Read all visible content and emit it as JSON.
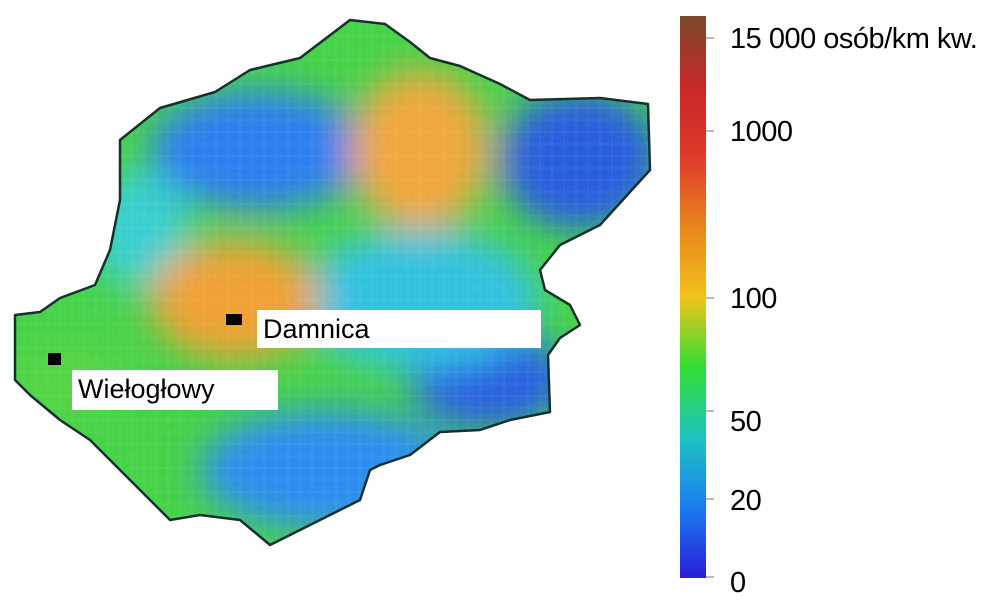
{
  "places": [
    {
      "name": "Damnica"
    },
    {
      "name": "Wiełogłowy"
    }
  ],
  "legend": {
    "labels": [
      "15 000 osób/km kw.",
      "1000",
      "100",
      "50",
      "20",
      "0"
    ],
    "colors": [
      "#2b1dd8",
      "#1b7cf0",
      "#1ec4c0",
      "#33dd33",
      "#f2c21a",
      "#e8861c",
      "#dd3a2a",
      "#c82828",
      "#7a4a2a"
    ]
  },
  "colors": {
    "boundary": "#1a2a2a",
    "low": "#2f6fe8",
    "mid": "#2fc6e0",
    "green": "#4fd84f",
    "high": "#f0a838",
    "background": "#ffffff"
  }
}
